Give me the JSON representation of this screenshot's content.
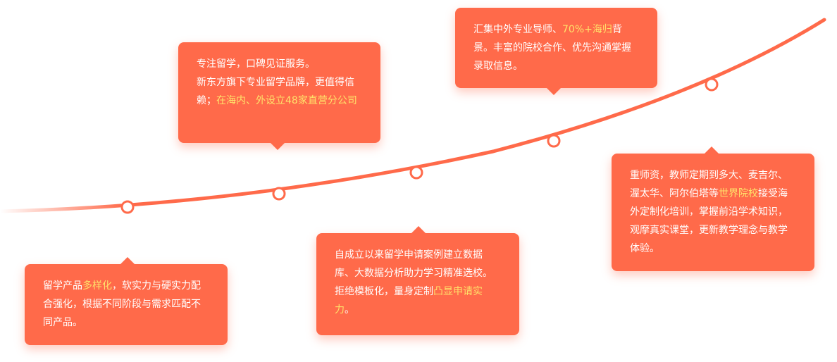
{
  "colors": {
    "accent": "#ff6a4a",
    "highlight": "#ffe26a",
    "card_text": "#ffffff"
  },
  "cards": [
    {
      "id": "c1",
      "parts": [
        {
          "t": "专注留学，口碑见证服务。"
        },
        {
          "br": true
        },
        {
          "t": "新东方旗下专业留学品牌，更值得信赖；"
        },
        {
          "t": "在海内、外设立48家直营分公司",
          "hl": true
        }
      ]
    },
    {
      "id": "c2",
      "parts": [
        {
          "t": "汇集中外专业导师、"
        },
        {
          "t": "70%+海归",
          "hl": true
        },
        {
          "t": "背景。丰富的院校合作、优先沟通掌握录取信息。"
        }
      ]
    },
    {
      "id": "c3",
      "parts": [
        {
          "t": "重师资，教师定期到多大、麦吉尔、渥太华、阿尔伯塔等"
        },
        {
          "t": "世界院校",
          "hl": true
        },
        {
          "t": "接受海外定制化培训，掌握前沿学术知识，观摩真实课堂，更新教学理念与教学体验。"
        }
      ]
    },
    {
      "id": "c4",
      "parts": [
        {
          "t": "留学产品"
        },
        {
          "t": "多样化",
          "hl": true
        },
        {
          "t": "，软实力与硬实力配合强化，根据不同阶段与需求匹配不同产品。"
        }
      ]
    },
    {
      "id": "c5",
      "parts": [
        {
          "t": "自成立以来留学申请案例建立数据库、大数据分析助力学习精准选校。拒绝模板化，量身定制"
        },
        {
          "t": "凸显申请实力",
          "hl": true
        },
        {
          "t": "。"
        }
      ]
    }
  ]
}
